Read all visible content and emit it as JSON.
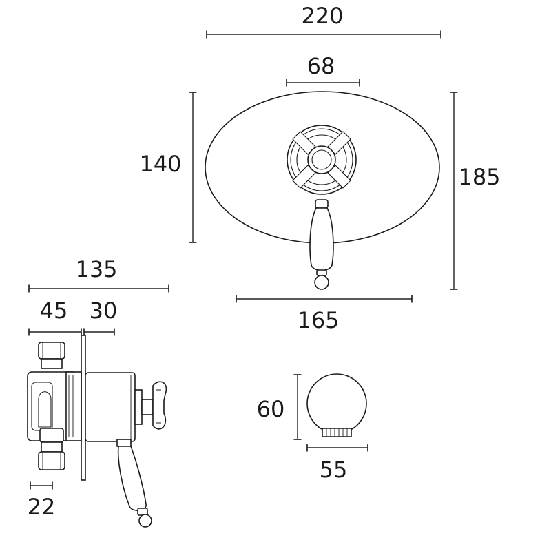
{
  "dimensions": {
    "plate_width": "220",
    "handle_width": "68",
    "plate_height": "140",
    "overall_height": "185",
    "plate_lower_width": "165",
    "side_depth": "135",
    "body_depth": "45",
    "trim_depth": "30",
    "inlet_size": "22",
    "outlet_height": "60",
    "outlet_width": "55"
  }
}
